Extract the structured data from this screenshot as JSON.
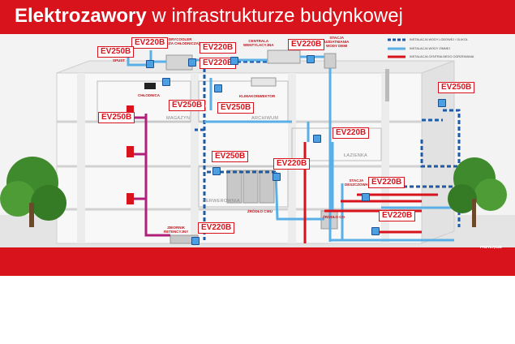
{
  "title": {
    "bold": "Elektrozawory",
    "rest": " w infrastrukturze budynkowej"
  },
  "legend": [
    {
      "label": "INSTALACJA WODY LODOWEJ / GLIKOL",
      "color": "#1f5aa6",
      "dashed": true
    },
    {
      "label": "INSTALACJA WODY ZIMNEJ",
      "color": "#5ab0e6",
      "dashed": false
    },
    {
      "label": "INSTALACJA CENTRALNEGO OGRZEWANIA",
      "color": "#d9131b",
      "dashed": false
    }
  ],
  "rooms": {
    "magazyn": "MAGAZYN",
    "archiwum": "ARCHIWUM",
    "lazienka": "ŁAZIENKA",
    "serwerownia": "SERWEROWNIA"
  },
  "equipment": {
    "drycooler": "DRYCOOLER\n(WIEŻA CHŁODNICZA)",
    "centrala": "CENTRALA\nWENTYLACYJNA",
    "stacja_uzdatniania": "STACJA\nUZDATNIANIA\nWODY DEMI",
    "spust": "SPUST",
    "chlodnica": "CHŁODNICA",
    "klimakonwektor": "KLIMAKONWEKTOR",
    "stacja_deszczowa": "STACJA\nDESZCZOWA",
    "zrodlo_cwu": "ŹRÓDŁO CWU",
    "zrodlo_co": "ŹRÓDŁO CO",
    "zbiornik": "ZBIORNIK\nRETENCYJNY",
    "przylacze": "PRZYŁĄCZE"
  },
  "valve_labels": {
    "ev220b": "EV220B",
    "ev250b": "EV250B"
  },
  "colors": {
    "brand_red": "#d9131b",
    "chilled": "#1f5aa6",
    "cold": "#5ab0e6",
    "heating": "#d9131b"
  }
}
